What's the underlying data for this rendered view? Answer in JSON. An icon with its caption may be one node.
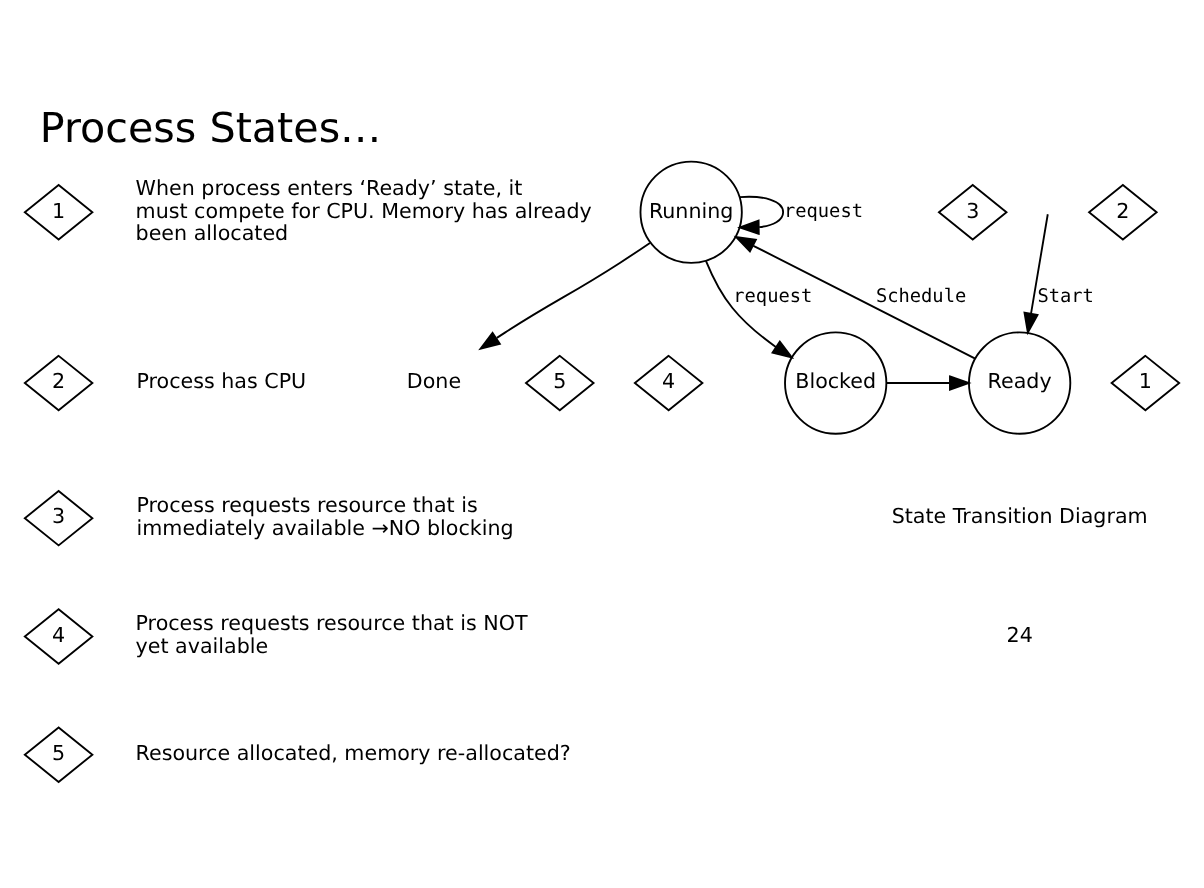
{
  "diagram": {
    "title": "Process States…",
    "nodes": [
      {
        "text": [
          "1"
        ],
        "beside": [
          "When process enters ‘Ready’ state, it must compete for CPU. Memory has already been allocated"
        ]
      },
      {
        "text": [
          "2"
        ],
        "beside": [
          "Process has CPU"
        ]
      },
      {
        "text": [
          "3"
        ],
        "beside": [
          "Process requests resource that is immediately available →NO blocking"
        ]
      },
      {
        "text": [
          "4"
        ],
        "beside": [
          "Process requests resource that is NOT yet available"
        ]
      },
      {
        "text": [
          "5"
        ],
        "beside": [
          "Resource allocated, memory re-allocated?"
        ]
      },
      {
        "text": [
          "Running"
        ]
      },
      {
        "text": [
          "Done"
        ]
      },
      {
        "text": [
          "Blocked"
        ]
      },
      {
        "text": [
          "Ready"
        ]
      },
      {
        "text": [
          "3"
        ]
      },
      {
        "text": [
          "2"
        ]
      },
      {
        "text": [
          "4"
        ]
      },
      {
        "text": [
          "5"
        ]
      },
      {
        "text": [
          "1"
        ]
      }
    ],
    "edges": [
      {
        "from": 5,
        "to": 6,
        "arrow": "to"
      },
      {
        "from": 5,
        "to": 5,
        "arrow": "to",
        "label": "request"
      },
      {
        "from": 5,
        "to": 7,
        "arrow": "to",
        "label": "request"
      },
      {
        "from": 8,
        "to": 5,
        "arrow": "to",
        "label": "Schedule"
      },
      {
        "from": 7,
        "to": 8,
        "arrow": "to"
      },
      {
        "from": null,
        "to": 8,
        "arrow": "to",
        "label": "Start"
      }
    ],
    "labels": [
      "State Transition Diagram",
      "24"
    ]
  }
}
